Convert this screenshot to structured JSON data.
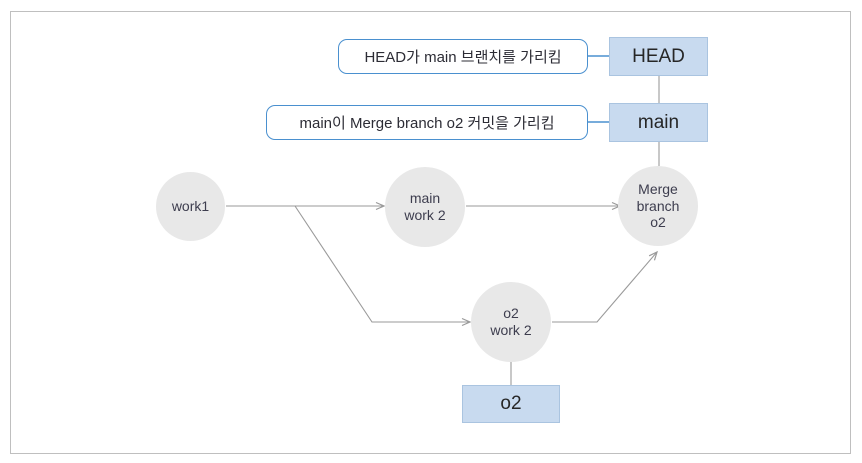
{
  "diagram": {
    "title": "git branch merge diagram",
    "colors": {
      "frame_border": "#bfbfbf",
      "commit_fill": "#e8e8e8",
      "ref_box_fill": "#c8daef",
      "ref_box_border": "#aac4e0",
      "callout_border": "#4a90cf",
      "connector_gray": "#9a9a9a",
      "connector_blue": "#4a90cf",
      "text": "#3d3d4e"
    },
    "commits": [
      {
        "id": "work1",
        "label": "work1"
      },
      {
        "id": "main-work-2",
        "label": "main\nwork 2"
      },
      {
        "id": "merge-branch-o2",
        "label": "Merge\nbranch\no2"
      },
      {
        "id": "o2-work-2",
        "label": "o2\nwork 2"
      }
    ],
    "ref_boxes": [
      {
        "id": "head",
        "label": "HEAD"
      },
      {
        "id": "main",
        "label": "main"
      },
      {
        "id": "o2",
        "label": "o2"
      }
    ],
    "callouts": [
      {
        "id": "head-callout",
        "label": "HEAD가 main 브랜치를 가리킴"
      },
      {
        "id": "main-callout",
        "label": "main이 Merge branch o2 커밋을 가리킴"
      }
    ]
  }
}
